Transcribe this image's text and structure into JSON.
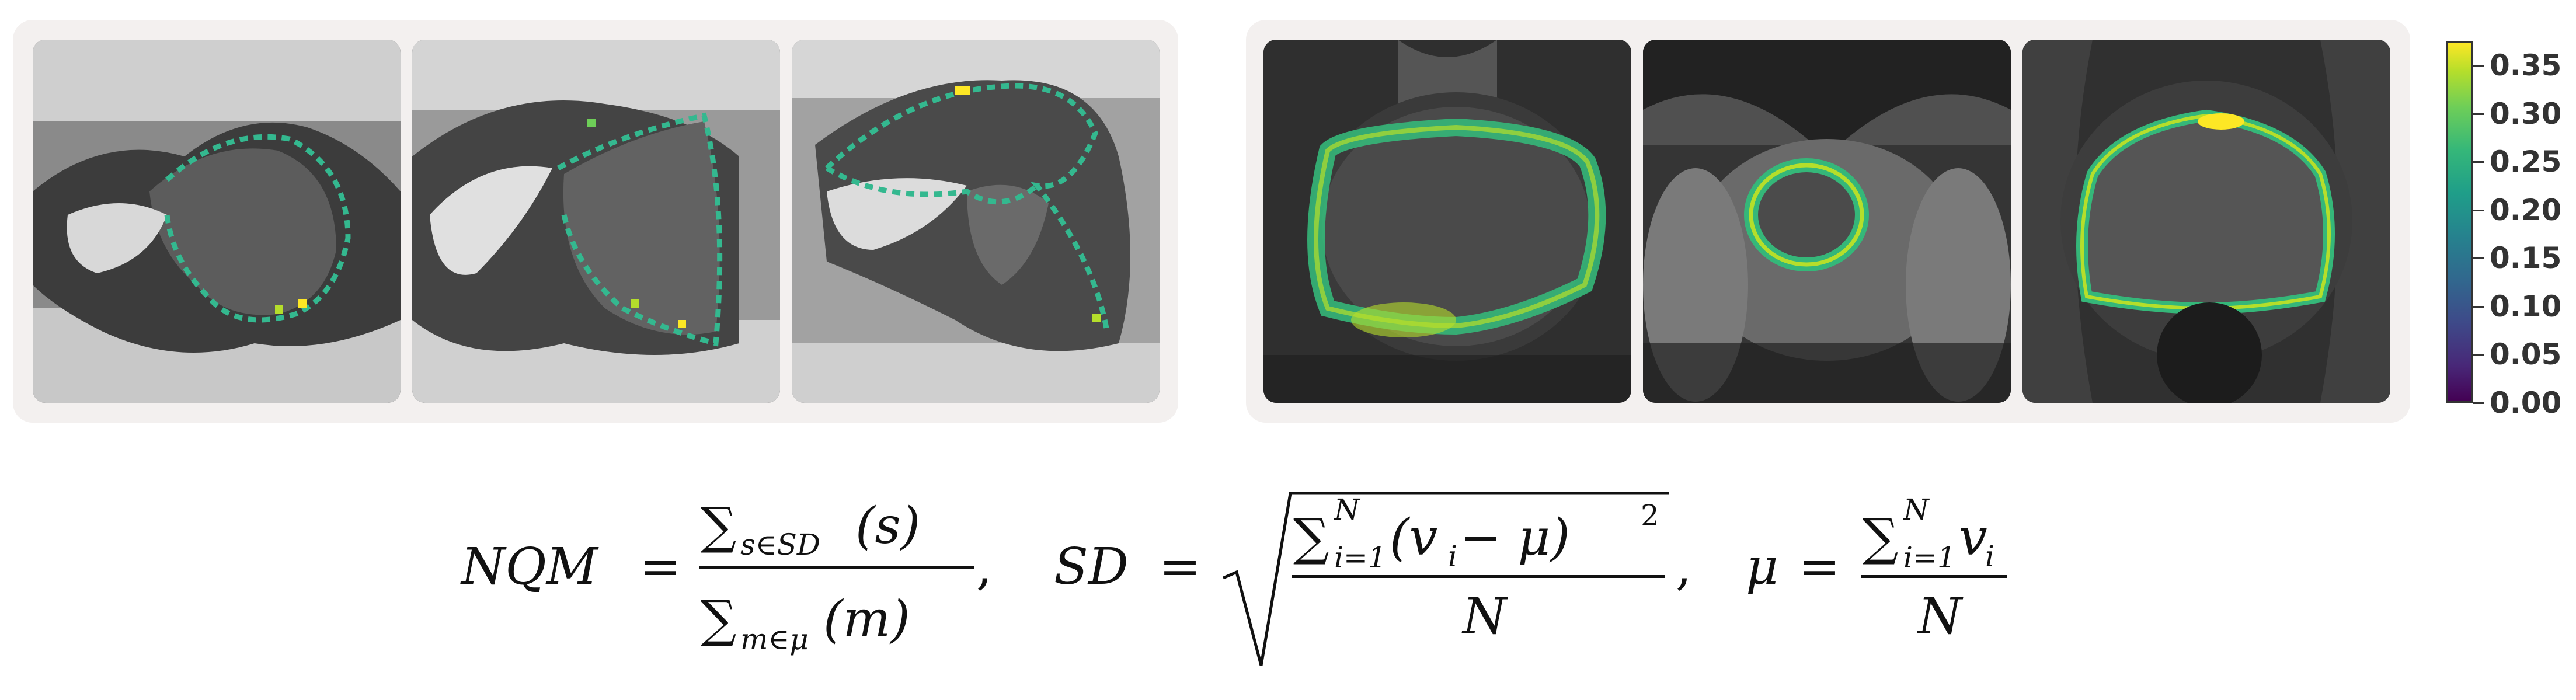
{
  "colorbar": {
    "ticks": [
      "0.35",
      "0.30",
      "0.25",
      "0.20",
      "0.15",
      "0.10",
      "0.05",
      "0.00"
    ],
    "colormap": [
      "#440154",
      "#31688e",
      "#1f9e89",
      "#35b779",
      "#b5de2b",
      "#fde725"
    ]
  },
  "formula": {
    "nqm_lhs": "NQM",
    "eq": "=",
    "nqm_num_sum": "∑",
    "nqm_num_sub": "s∈SD",
    "nqm_num_arg": "(s)",
    "nqm_den_sum": "∑",
    "nqm_den_sub": "m∈μ",
    "nqm_den_arg": "(m)",
    "comma": ",",
    "sd_lhs": "SD",
    "sd_sum": "∑",
    "sd_sub": "i=1",
    "sd_sup": "N",
    "sd_term": "(v",
    "sd_term_sub": "i",
    "sd_term_rest": " − μ)",
    "sd_term_sup": "2",
    "sd_den": "N",
    "mu_lhs": "μ",
    "mu_sum": "∑",
    "mu_sub": "i=1",
    "mu_sup": "N",
    "mu_term": "v",
    "mu_term_sub": "i",
    "mu_den": "N"
  }
}
